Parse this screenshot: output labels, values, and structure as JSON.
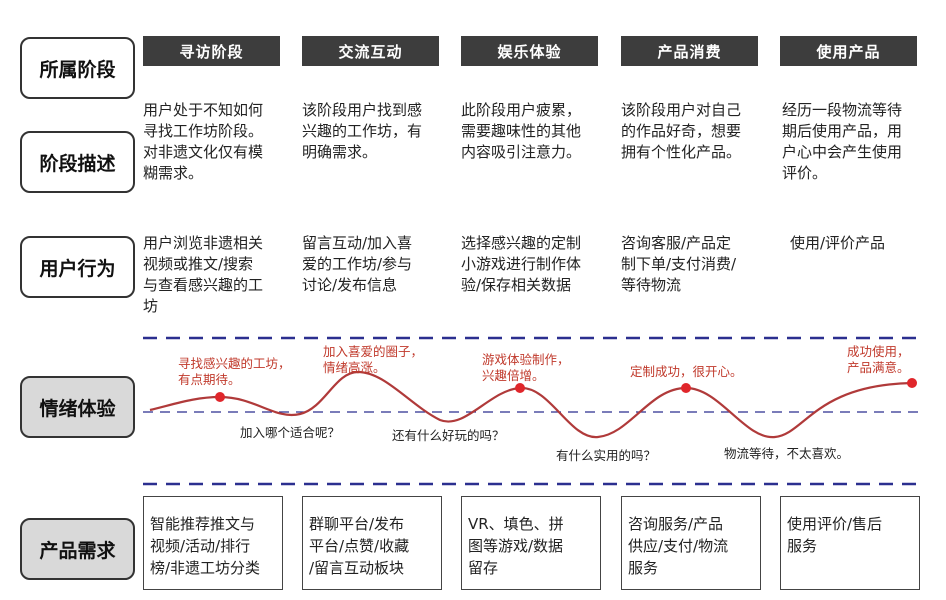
{
  "row_labels": {
    "stage": "所属阶段",
    "desc": "阶段描述",
    "behavior": "用户行为",
    "emotion": "情绪体验",
    "needs": "产品需求"
  },
  "stages": [
    {
      "name": "寻访阶段",
      "desc": [
        "用户处于不知如何",
        "寻找工作坊阶段。",
        "对非遗文化仅有模",
        "糊需求。"
      ],
      "behavior": [
        "用户浏览非遗相关",
        "视频或推文/搜索",
        "与查看感兴趣的工",
        "坊"
      ],
      "needs": [
        "智能推荐推文与",
        "视频/活动/排行",
        "榜/非遗工坊分类"
      ]
    },
    {
      "name": "交流互动",
      "desc": [
        "该阶段用户找到感",
        "兴趣的工作坊，有",
        "明确需求。"
      ],
      "behavior": [
        "留言互动/加入喜",
        "爱的工作坊/参与",
        "讨论/发布信息"
      ],
      "needs": [
        "群聊平台/发布",
        "平台/点赞/收藏",
        "/留言互动板块"
      ]
    },
    {
      "name": "娱乐体验",
      "desc": [
        "此阶段用户疲累，",
        "需要趣味性的其他",
        "内容吸引注意力。"
      ],
      "behavior": [
        "选择感兴趣的定制",
        "小游戏进行制作体",
        "验/保存相关数据"
      ],
      "needs": [
        "VR、填色、拼",
        "图等游戏/数据",
        "留存"
      ]
    },
    {
      "name": "产品消费",
      "desc": [
        "该阶段用户对自己",
        "的作品好奇，想要",
        "拥有个性化产品。"
      ],
      "behavior": [
        "咨询客服/产品定",
        "制下单/支付消费/",
        "等待物流"
      ],
      "needs": [
        "咨询服务/产品",
        "供应/支付/物流",
        "服务"
      ]
    },
    {
      "name": "使用产品",
      "desc": [
        "经历一段物流等待",
        "期后使用产品，用",
        "户心中会产生使用",
        "评价。"
      ],
      "behavior": [
        "使用/评价产品"
      ],
      "needs": [
        "使用评价/售后",
        "服务"
      ]
    }
  ],
  "emotions": {
    "highs": [
      [
        "寻找感兴趣的工坊，",
        "有点期待。"
      ],
      [
        "加入喜爱的圈子，",
        "情绪高涨。"
      ],
      [
        "游戏体验制作，",
        "兴趣倍增。"
      ],
      [
        "定制成功，很开心。"
      ],
      [
        "成功使用，",
        "产品满意。"
      ]
    ],
    "lows": [
      "加入哪个适合呢？",
      "还有什么好玩的吗？",
      "有什么实用的吗？",
      "物流等待，不太喜欢。"
    ]
  },
  "colors": {
    "header_bg": "#3d3d3d",
    "curve": "#b03a3a",
    "dashed": "#2b2f8f",
    "high_text": "#c0392b",
    "label_gray": "#d9d9d9"
  }
}
